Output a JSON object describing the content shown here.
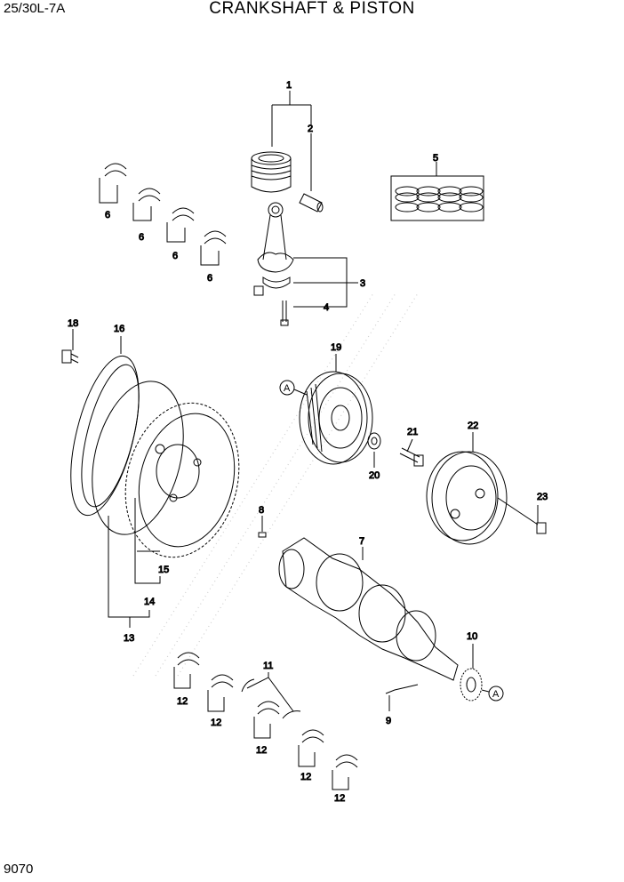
{
  "header": {
    "model": "25/30L-7A",
    "title": "CRANKSHAFT & PISTON"
  },
  "footer": {
    "page_number": "9070"
  },
  "callouts": {
    "c1": "1",
    "c2": "2",
    "c3": "3",
    "c4": "4",
    "c5": "5",
    "c6a": "6",
    "c6b": "6",
    "c6c": "6",
    "c6d": "6",
    "c7": "7",
    "c8": "8",
    "c9": "9",
    "c10": "10",
    "c11": "11",
    "c12a": "12",
    "c12b": "12",
    "c12c": "12",
    "c12d": "12",
    "c12e": "12",
    "c13": "13",
    "c14": "14",
    "c15": "15",
    "c16": "16",
    "c18": "18",
    "c19": "19",
    "c20": "20",
    "c21": "21",
    "c22": "22",
    "c23": "23"
  },
  "references": {
    "a_pulley": "A",
    "a_gear": "A"
  }
}
